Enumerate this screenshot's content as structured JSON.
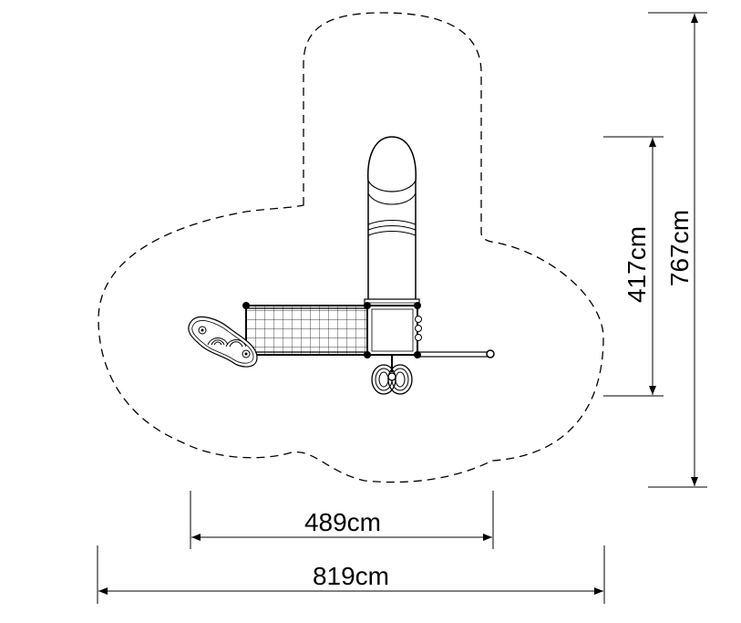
{
  "dimensions": {
    "inner_width": "489cm",
    "total_width": "819cm",
    "inner_height": "417cm",
    "total_height": "767cm"
  }
}
